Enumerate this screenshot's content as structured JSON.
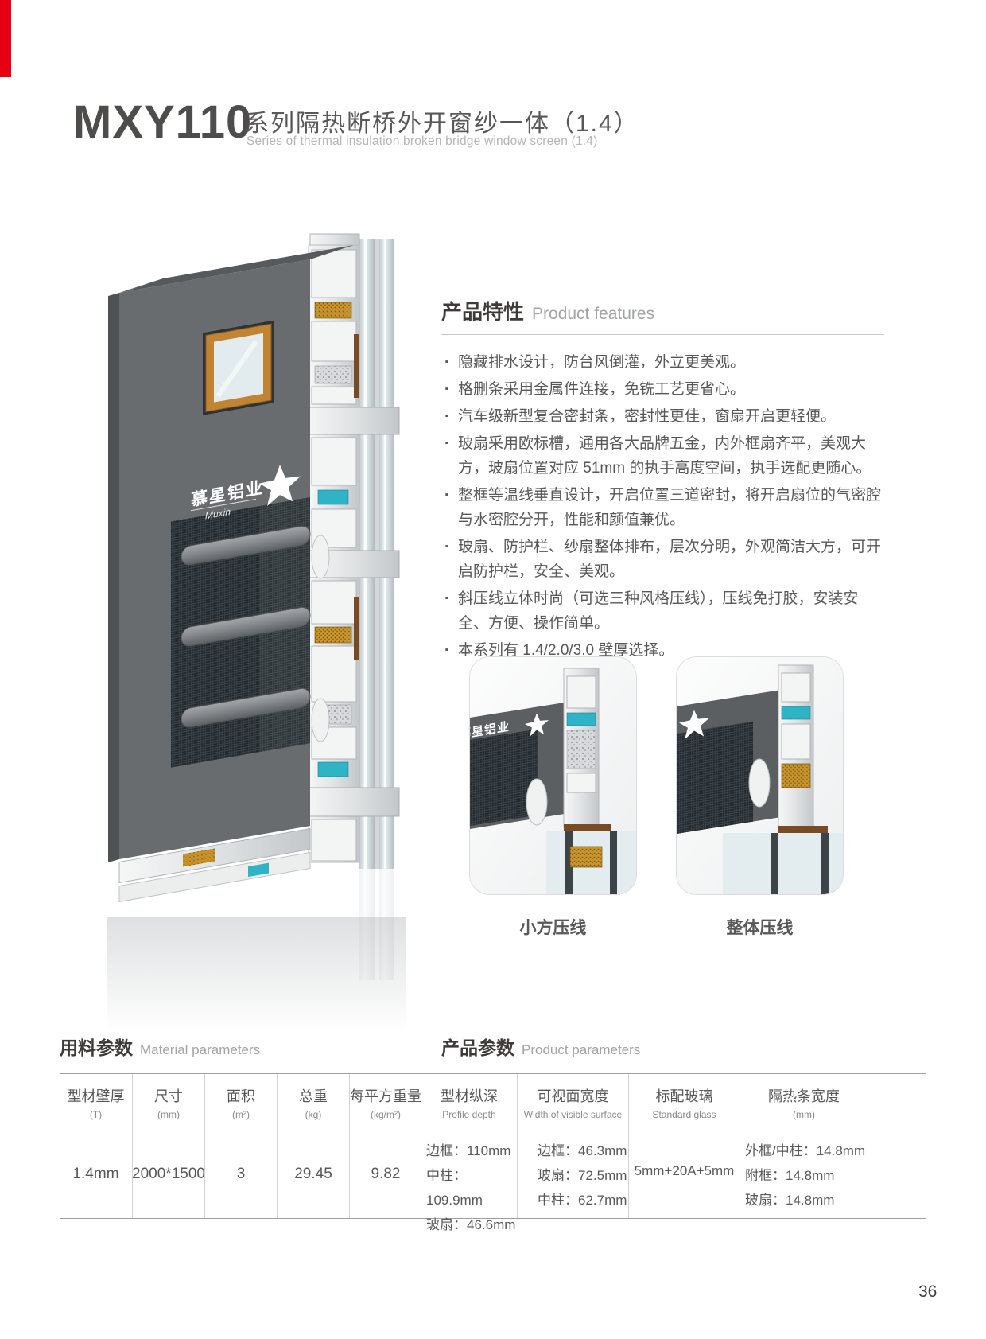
{
  "page": {
    "number": "36"
  },
  "colors": {
    "accent_red": "#e60012",
    "heading_text": "#3e3a39",
    "body_text": "#595757",
    "muted_text": "#b5b5b6",
    "table_line": "#9fa0a0"
  },
  "header": {
    "model": "MXY110",
    "title_cn": "系列隔热断桥外开窗纱一体（1.4）",
    "title_en": "Series of thermal insulation broken bridge window screen (1.4)"
  },
  "hero": {
    "logo_cn": "慕星铝业",
    "logo_en": "Muxin"
  },
  "features": {
    "heading_cn": "产品特性",
    "heading_en": "Product features",
    "bullets": [
      "隐藏排水设计，防台风倒灌，外立更美观。",
      "格删条采用金属件连接，免铣工艺更省心。",
      "汽车级新型复合密封条，密封性更佳，窗扇开启更轻便。",
      "玻扇采用欧标槽，通用各大品牌五金，内外框扇齐平，美观大方，玻扇位置对应 51mm 的执手高度空间，执手选配更随心。",
      "整框等温线垂直设计，开启位置三道密封，将开启扇位的气密腔与水密腔分开，性能和颜值兼优。",
      "玻扇、防护栏、纱扇整体排布，层次分明，外观简洁大方，可开启防护栏，安全、美观。",
      "斜压线立体时尚（可选三种风格压线），压线免打胶，安装安全、方便、操作简单。",
      "本系列有 1.4/2.0/3.0 壁厚选择。"
    ]
  },
  "variants": {
    "left_label": "小方压线",
    "right_label": "整体压线"
  },
  "material_params": {
    "heading_cn": "用料参数",
    "heading_en": "Material parameters",
    "columns": [
      {
        "name": "型材壁厚",
        "unit": "(T)"
      },
      {
        "name": "尺寸",
        "unit": "(mm)"
      },
      {
        "name": "面积",
        "unit": "(m²)"
      },
      {
        "name": "总重",
        "unit": "(kg)"
      },
      {
        "name": "每平方重量",
        "unit": "(kg/m²)"
      }
    ],
    "row": [
      "1.4mm",
      "2000*1500",
      "3",
      "29.45",
      "9.82"
    ]
  },
  "product_params": {
    "heading_cn": "产品参数",
    "heading_en": "Product parameters",
    "columns": [
      {
        "name": "型材纵深",
        "sub": "Profile depth",
        "lines": [
          "边框：110mm",
          "中柱：109.9mm",
          "玻扇：46.6mm"
        ]
      },
      {
        "name": "可视面宽度",
        "sub": "Width of visible surface",
        "lines": [
          "边框：46.3mm",
          "玻扇：72.5mm",
          "中柱：62.7mm"
        ]
      },
      {
        "name": "标配玻璃",
        "sub": "Standard glass",
        "lines": [
          "5mm+20A+5mm"
        ]
      },
      {
        "name": "隔热条宽度",
        "sub": "(mm)",
        "lines": [
          "外框/中柱：14.8mm",
          "附框：14.8mm",
          "玻扇：14.8mm"
        ]
      }
    ]
  }
}
